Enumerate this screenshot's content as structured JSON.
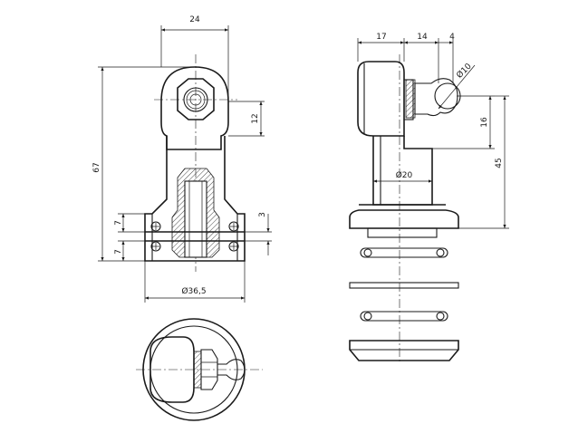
{
  "dimensions": {
    "width_top": "24",
    "height_overall": "67",
    "offset_right": "12",
    "gap_7_upper": "7",
    "gap_7_lower": "7",
    "small_3": "3",
    "diameter_base": "Ø36,5",
    "side_17": "17",
    "side_14": "14",
    "side_4": "4",
    "ball_diameter": "Ø10",
    "side_16": "16",
    "side_45": "45",
    "stem_diameter": "Ø20"
  }
}
